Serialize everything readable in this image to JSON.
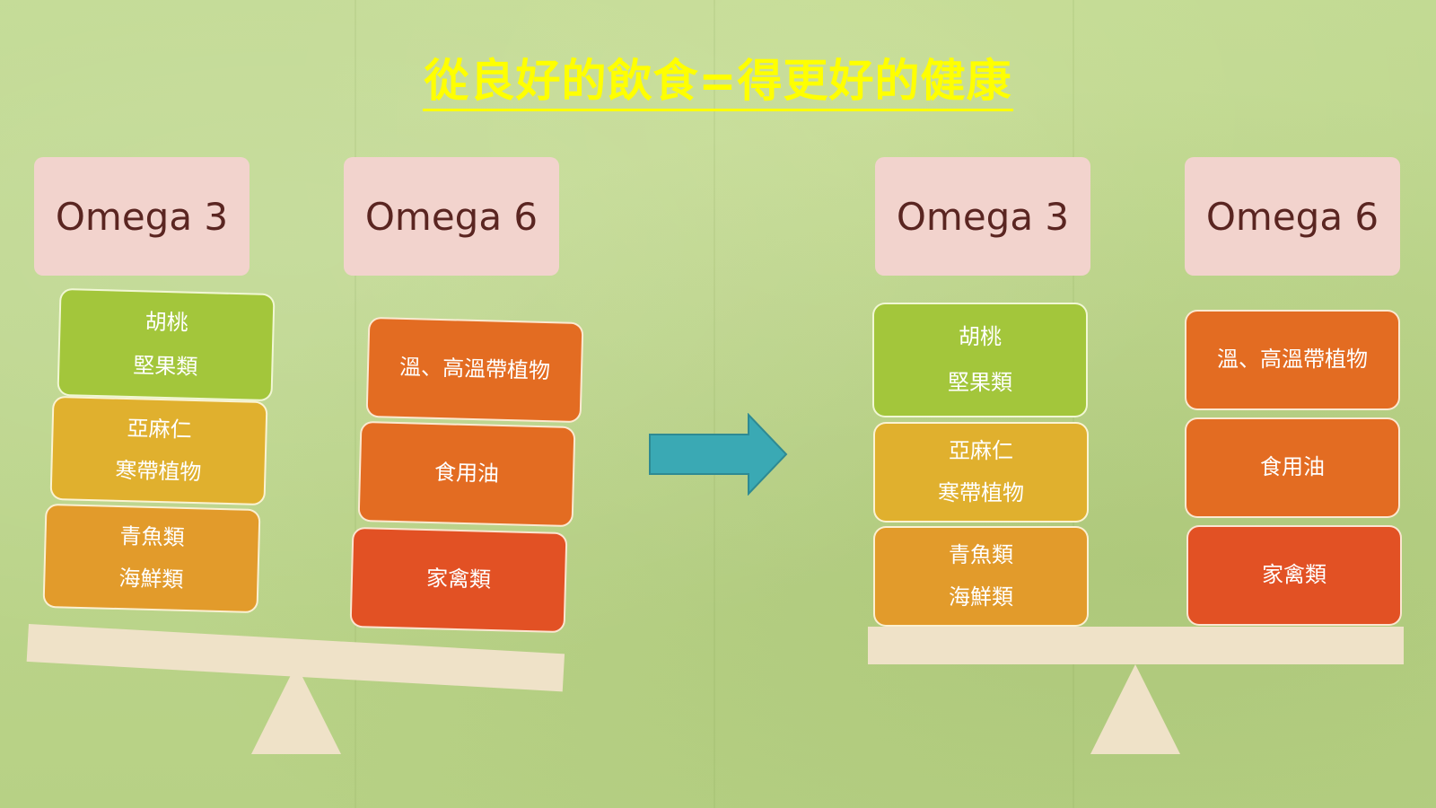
{
  "title": "從良好的飲食=得更好的健康",
  "colors": {
    "title": "#ffff00",
    "header_bg": "#f2d3cd",
    "header_text": "#5a2521",
    "green": "#a3c63b",
    "yellow": "#e0b02e",
    "orange": "#e29b2b",
    "dark_orange": "#e36c22",
    "red": "#e25124",
    "beam": "#efe2c8",
    "arrow": "#3aa9b4"
  },
  "left_scale": {
    "omega3_header": "Omega 3",
    "omega6_header": "Omega 6",
    "omega3_items": [
      {
        "line1": "胡桃",
        "line2": "堅果類"
      },
      {
        "line1": "亞麻仁",
        "line2": "寒帶植物"
      },
      {
        "line1": "青魚類",
        "line2": "海鮮類"
      }
    ],
    "omega6_items": [
      {
        "line1": "溫、高溫帶植物"
      },
      {
        "line1": "食用油"
      },
      {
        "line1": "家禽類"
      }
    ]
  },
  "right_scale": {
    "omega3_header": "Omega 3",
    "omega6_header": "Omega 6",
    "omega3_items": [
      {
        "line1": "胡桃",
        "line2": "堅果類"
      },
      {
        "line1": "亞麻仁",
        "line2": "寒帶植物"
      },
      {
        "line1": "青魚類",
        "line2": "海鮮類"
      }
    ],
    "omega6_items": [
      {
        "line1": "溫、高溫帶植物"
      },
      {
        "line1": "食用油"
      },
      {
        "line1": "家禽類"
      }
    ]
  },
  "arrow_icon": "right-arrow-icon"
}
